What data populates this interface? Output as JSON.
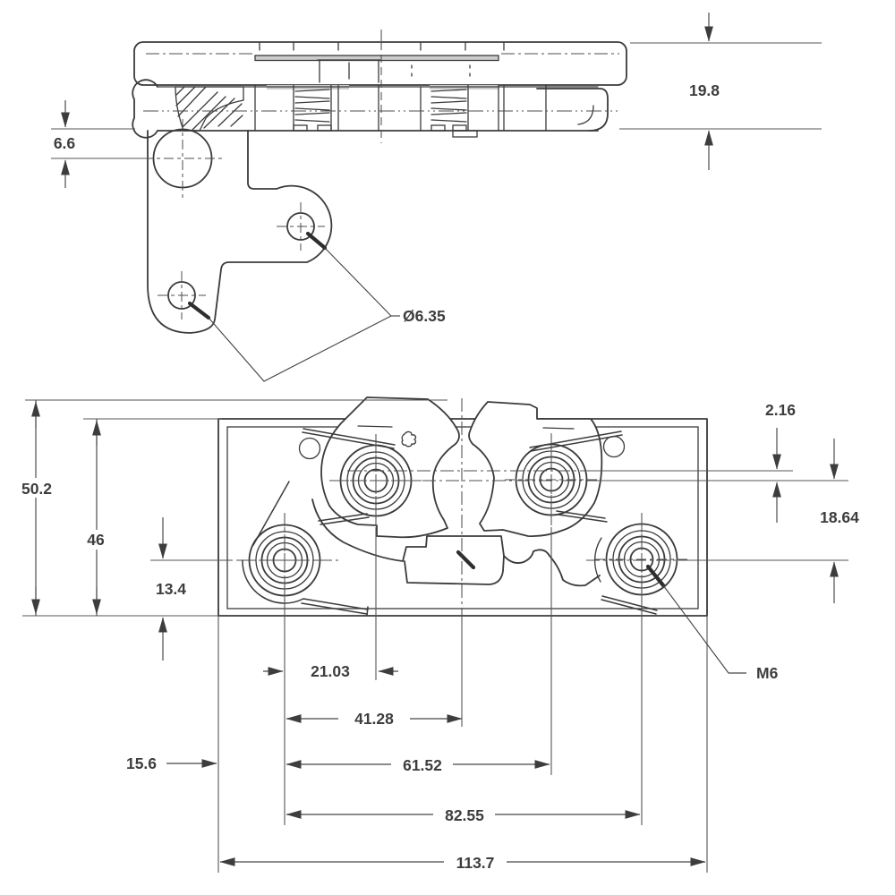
{
  "drawing": {
    "type": "engineering-dimension-drawing",
    "part": "rotary-latch",
    "units_implied": "mm",
    "side_view": {
      "plate_thickness": "19.8",
      "pivot_offset": "6.6",
      "mount_hole_diameter": "Ø6.35"
    },
    "front_view": {
      "overall_height": "50.2",
      "body_height": "46",
      "hole_to_bottom": "13.4",
      "center_to_hole_row": "2.16",
      "hole_row_spacing": "18.64",
      "edge_to_first_hole": "15.6",
      "hole_pitch_1": "21.03",
      "hole_pitch_2": "41.28",
      "hole_pitch_3": "61.52",
      "hole_pitch_4": "82.55",
      "overall_width": "113.7",
      "thread_callout": "M6"
    }
  }
}
